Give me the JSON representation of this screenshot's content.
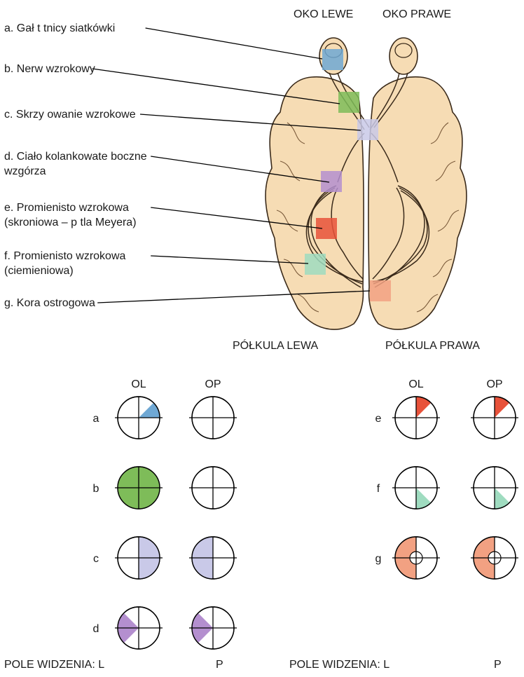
{
  "header": {
    "eye_left": "OKO LEWE",
    "eye_right": "OKO PRAWE",
    "hemisphere_left": "PÓŁKULA LEWA",
    "hemisphere_right": "PÓŁKULA PRAWA"
  },
  "labels": [
    {
      "id": "a",
      "lines": [
        "a. Gał   t tnicy siatkówki"
      ],
      "color": "#6fa8d4"
    },
    {
      "id": "b",
      "lines": [
        "b. Nerw wzrokowy"
      ],
      "color": "#7ebc59"
    },
    {
      "id": "c",
      "lines": [
        "c. Skrzy  owanie wzrokowe"
      ],
      "color": "#c9c9e8"
    },
    {
      "id": "d",
      "lines": [
        "d. Ciało kolankowate boczne",
        "    wzgórza"
      ],
      "color": "#b48fcf"
    },
    {
      "id": "e",
      "lines": [
        "e. Promienisto     wzrokowa",
        "   (skroniowa – p  tla Meyera)"
      ],
      "color": "#e8523a"
    },
    {
      "id": "f",
      "lines": [
        "f. Promienisto     wzrokowa",
        "   (ciemieniowa)"
      ],
      "color": "#9fdcc0"
    },
    {
      "id": "g",
      "lines": [
        "g. Kora ostrogowa"
      ],
      "color": "#f2a182"
    }
  ],
  "fields": {
    "col_ol": "OL",
    "col_op": "OP",
    "footer_left": "POLE WIDZENIA: L",
    "footer_right": "P",
    "rows": [
      {
        "id": "a",
        "ol": {
          "sectors": [
            [
              0,
              45
            ]
          ],
          "color": "#6fa8d4"
        },
        "op": {
          "sectors": [],
          "color": "#6fa8d4"
        }
      },
      {
        "id": "b",
        "ol": {
          "full": true,
          "color": "#7ebc59"
        },
        "op": {
          "sectors": [],
          "color": "#7ebc59"
        }
      },
      {
        "id": "c",
        "ol": {
          "sectors": [
            [
              270,
              450
            ]
          ],
          "color": "#c9c9e8"
        },
        "op": {
          "sectors": [
            [
              90,
              270
            ]
          ],
          "color": "#c9c9e8"
        }
      },
      {
        "id": "d",
        "ol": {
          "sectors": [
            [
              135,
              225
            ]
          ],
          "color": "#b48fcf"
        },
        "op": {
          "sectors": [
            [
              135,
              225
            ]
          ],
          "color": "#b48fcf"
        }
      },
      {
        "id": "e",
        "ol": {
          "sectors": [
            [
              45,
              90
            ]
          ],
          "color": "#e8523a"
        },
        "op": {
          "sectors": [
            [
              45,
              90
            ]
          ],
          "color": "#e8523a"
        }
      },
      {
        "id": "f",
        "ol": {
          "sectors": [
            [
              -90,
              -45
            ]
          ],
          "color": "#9fdcc0"
        },
        "op": {
          "sectors": [
            [
              -90,
              -45
            ]
          ],
          "color": "#9fdcc0"
        }
      },
      {
        "id": "g",
        "ol": {
          "sectors": [
            [
              90,
              270
            ]
          ],
          "hole": true,
          "color": "#f2a182"
        },
        "op": {
          "sectors": [
            [
              90,
              270
            ]
          ],
          "hole": true,
          "color": "#f2a182"
        }
      }
    ]
  }
}
